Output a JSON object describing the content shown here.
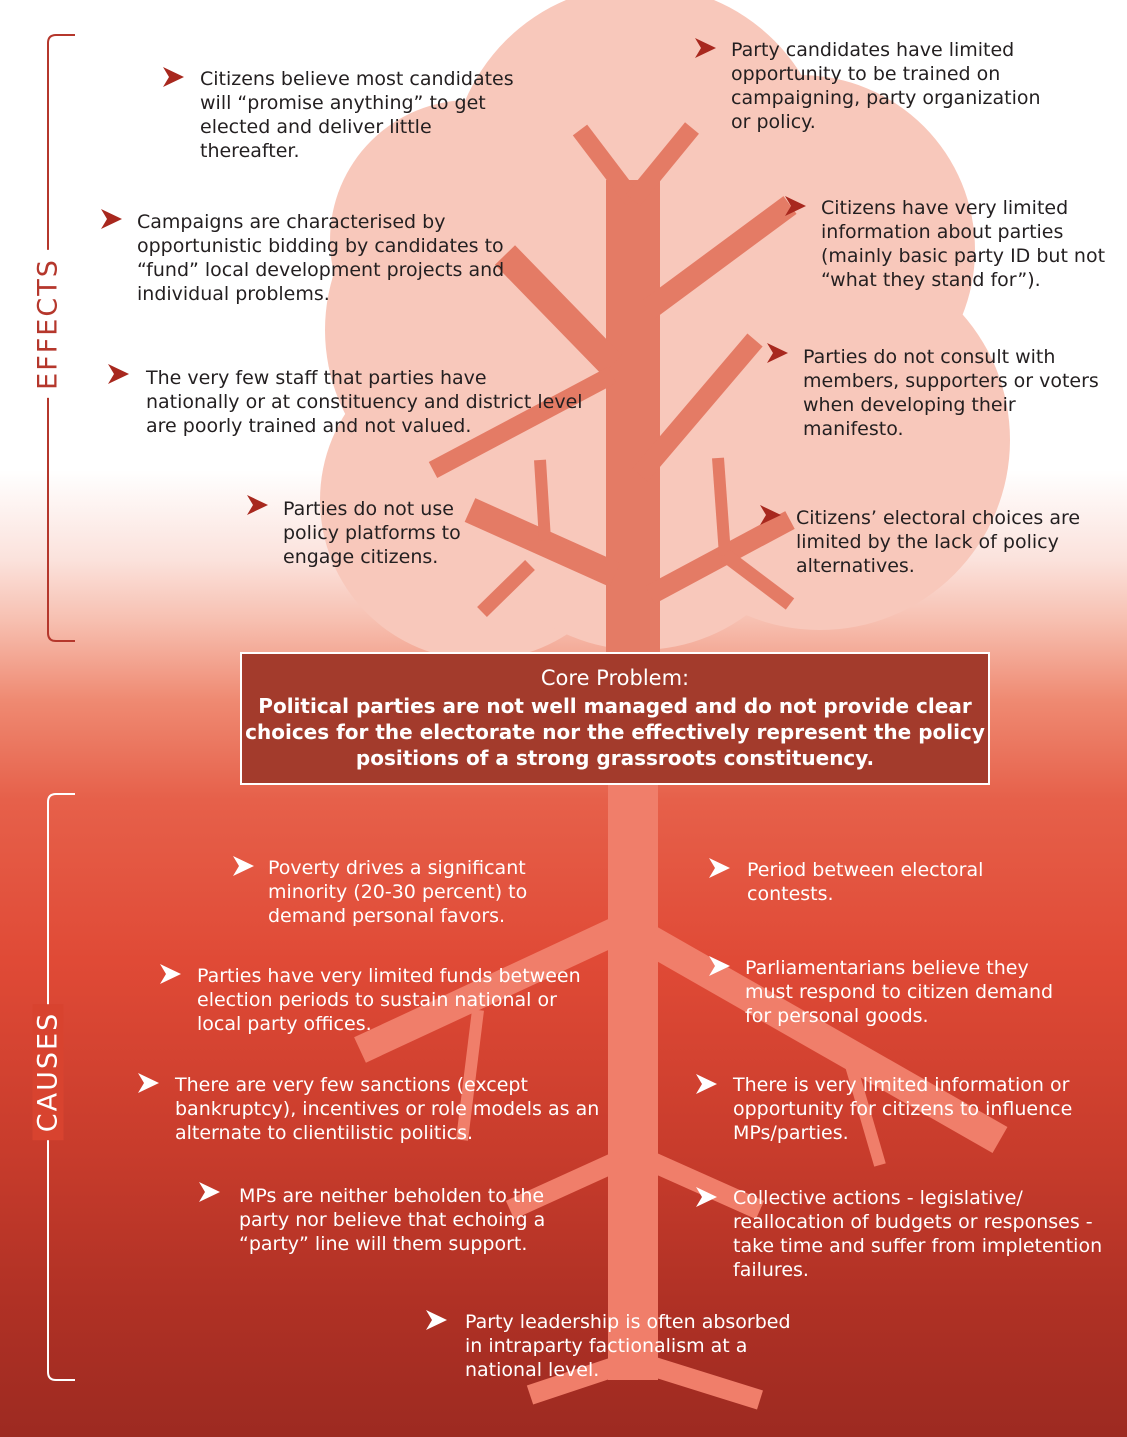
{
  "colors": {
    "effects_arrow": "#a8281e",
    "causes_arrow": "#ffffff",
    "core_box_fill": "#a33b2c",
    "canopy": "#f8c8bb",
    "trunk": "#e47b65",
    "roots": "#f07e6a"
  },
  "labels": {
    "effects": "EFFECTS",
    "causes": "CAUSES"
  },
  "core_problem": {
    "title": "Core Problem:",
    "text": "Political parties are not well managed and do not provide clear choices for the electorate nor the effectively represent the policy positions of a strong grassroots constituency."
  },
  "effects": [
    "Citizens believe most candidates will “promise anything” to get elected and deliver little thereafter.",
    "Party candidates have limited opportunity to be trained on campaigning, party organization or policy.",
    "Campaigns are characterised by opportunistic bidding by candidates to “fund” local development projects and individual problems.",
    "Citizens have very limited information about parties (mainly basic party ID but not “what they stand for”).",
    "Parties do not consult with members, supporters or voters when developing their manifesto.",
    "The very few staff that parties have nationally or at constituency and district level are poorly trained and not valued.",
    "Parties do not use policy platforms to engage citizens.",
    "Citizens’ electoral choices are limited by the lack of policy alternatives."
  ],
  "causes": [
    "Poverty drives a significant minority (20-30 percent) to demand personal favors.",
    "Period between electoral contests.",
    "Parties have very limited funds between election periods to sustain national or local party offices.",
    "Parliamentarians believe they must respond to citizen demand for personal goods.",
    "There are very few sanctions (except bankruptcy), incentives or role models as an alternate to clientilistic politics.",
    "There is very limited information or opportunity for citizens to influence MPs/parties.",
    "MPs are neither beholden to the party nor believe that echoing a “party” line will them support.",
    "Collective actions - legislative/ reallocation of budgets or responses - take time and suffer from impletention failures.",
    "Party leadership is often absorbed in intraparty factionalism at a national level."
  ]
}
